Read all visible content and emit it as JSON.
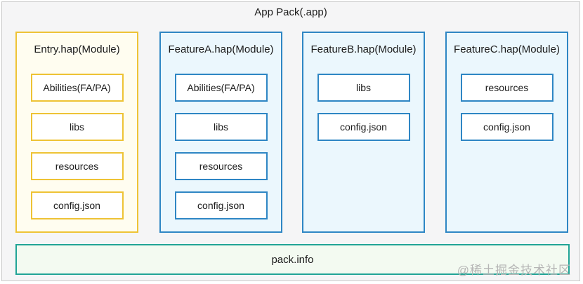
{
  "diagram": {
    "title": "App Pack(.app)",
    "modules": [
      {
        "name": "Entry.hap(Module)",
        "theme": "gold",
        "items": [
          "Abilities(FA/PA)",
          "libs",
          "resources",
          "config.json"
        ]
      },
      {
        "name": "FeatureA.hap(Module)",
        "theme": "blue",
        "items": [
          "Abilities(FA/PA)",
          "libs",
          "resources",
          "config.json"
        ]
      },
      {
        "name": "FeatureB.hap(Module)",
        "theme": "blue",
        "items": [
          "libs",
          "config.json"
        ]
      },
      {
        "name": "FeatureC.hap(Module)",
        "theme": "blue",
        "items": [
          "resources",
          "config.json"
        ]
      }
    ],
    "footer": "pack.info",
    "watermark": "@稀土掘金技术社区"
  },
  "colors": {
    "gold_border": "#eec335",
    "gold_bg": "#fffdf0",
    "blue_border": "#2e86c4",
    "blue_bg": "#ebf7fd",
    "teal_border": "#21a496",
    "teal_bg": "#f3faf1",
    "frame_border": "#cacaca",
    "frame_bg": "#f5f5f6",
    "watermark_color": "#b5b5b5",
    "text": "#1b1b1b"
  }
}
